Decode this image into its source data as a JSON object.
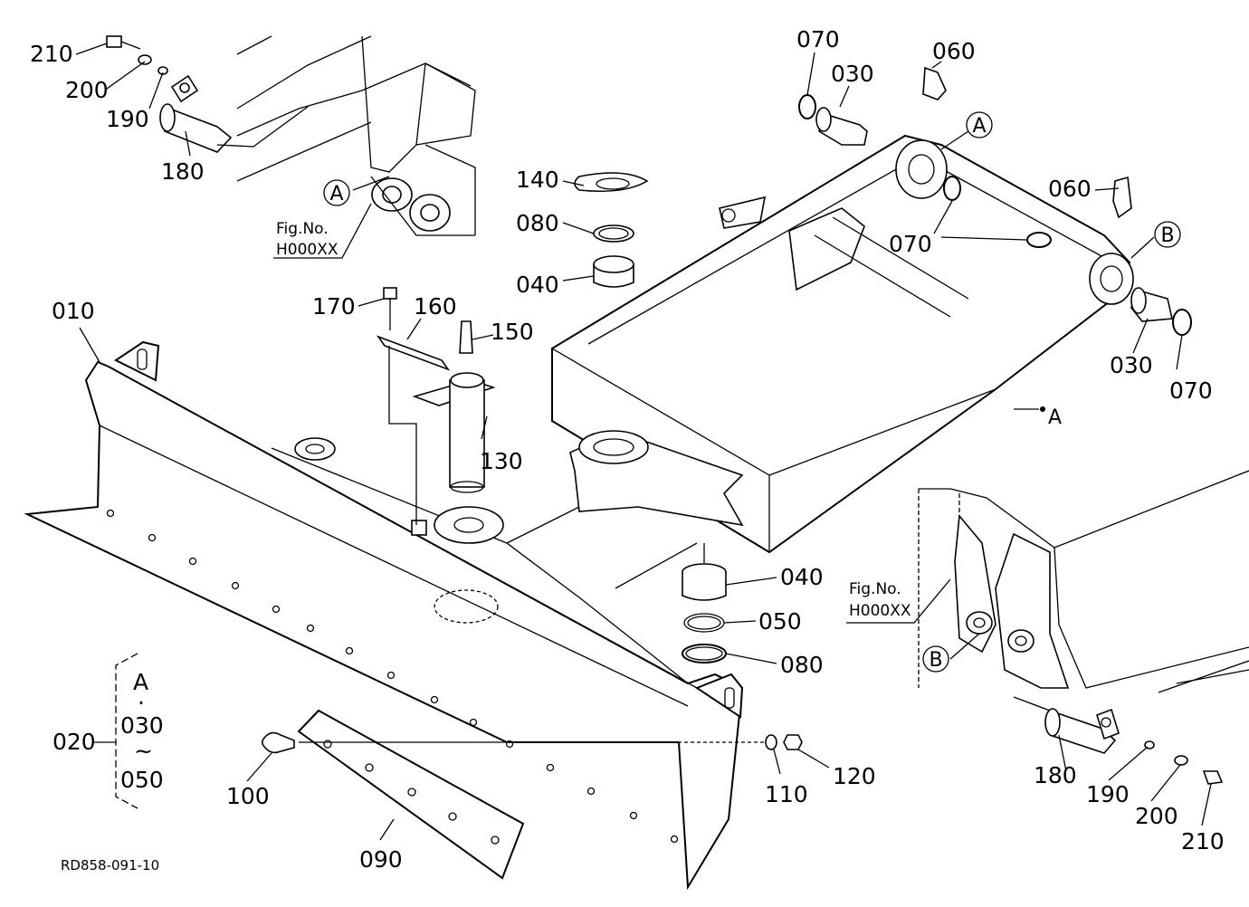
{
  "part_labels": [
    "210",
    "200",
    "190",
    "180",
    "070",
    "030",
    "060",
    "070",
    "060",
    "030",
    "070",
    "140",
    "080",
    "040",
    "170",
    "160",
    "150",
    "130",
    "010",
    "040",
    "050",
    "080",
    "020",
    "100",
    "110",
    "120",
    "090",
    "180",
    "190",
    "200",
    "210"
  ],
  "reference_marks": [
    "A",
    "A",
    "B",
    "B",
    "A"
  ],
  "fig_references": [
    {
      "line1": "Fig.No.",
      "line2": "H000XX"
    },
    {
      "line1": "Fig.No.",
      "line2": "H000XX"
    }
  ],
  "kit_group": {
    "number": "020",
    "top": "A",
    "dot": "·",
    "from": "030",
    "tilde": "~",
    "to": "050"
  },
  "drawing_code": "RD858-091-10"
}
